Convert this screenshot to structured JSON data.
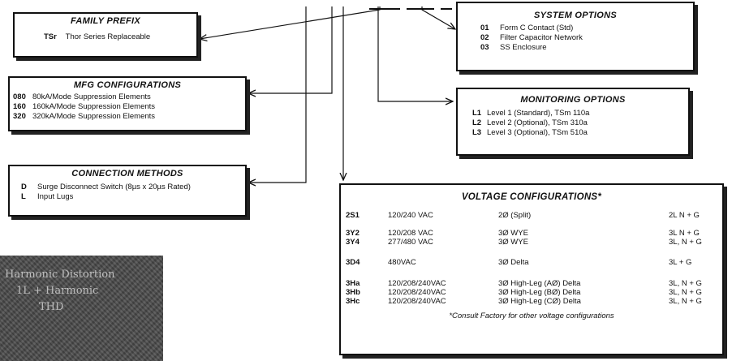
{
  "family_prefix": {
    "title": "FAMILY PREFIX",
    "code": "TSr",
    "description": "Thor Series Replaceable"
  },
  "mfg_configurations": {
    "title": "MFG CONFIGURATIONS",
    "items": [
      {
        "code": "080",
        "description": "80kA/Mode Suppression Elements"
      },
      {
        "code": "160",
        "description": "160kA/Mode Suppression Elements"
      },
      {
        "code": "320",
        "description": "320kA/Mode Suppression Elements"
      }
    ]
  },
  "connection_methods": {
    "title": "CONNECTION METHODS",
    "items": [
      {
        "code": "D",
        "description": "Surge Disconnect Switch (8µs x 20µs Rated)"
      },
      {
        "code": "L",
        "description": "Input Lugs"
      }
    ]
  },
  "system_options": {
    "title": "SYSTEM OPTIONS",
    "items": [
      {
        "code": "01",
        "description": "Form C Contact (Std)"
      },
      {
        "code": "02",
        "description": "Filter Capacitor Network"
      },
      {
        "code": "03",
        "description": "SS Enclosure"
      }
    ]
  },
  "monitoring_options": {
    "title": "MONITORING OPTIONS",
    "items": [
      {
        "code": "L1",
        "description": "Level 1 (Standard), TSm 110a"
      },
      {
        "code": "L2",
        "description": "Level 2 (Optional), TSm 310a"
      },
      {
        "code": "L3",
        "description": "Level 3 (Optional), TSm 510a"
      }
    ]
  },
  "voltage_configurations": {
    "title": "VOLTAGE CONFIGURATIONS*",
    "rows": [
      {
        "code": "2S1",
        "voltage": "120/240 VAC",
        "phase": "2Ø (Split)",
        "wiring": "2L N + G"
      },
      {
        "code": "3Y2",
        "voltage": "120/208 VAC",
        "phase": "3Ø WYE",
        "wiring": "3L N + G"
      },
      {
        "code": "3Y4",
        "voltage": "277/480 VAC",
        "phase": "3Ø WYE",
        "wiring": "3L, N + G"
      },
      {
        "code": "3D4",
        "voltage": "480VAC",
        "phase": "3Ø Delta",
        "wiring": "3L + G"
      },
      {
        "code": "3Ha",
        "voltage": "120/208/240VAC",
        "phase": "3Ø High-Leg (AØ) Delta",
        "wiring": "3L, N + G"
      },
      {
        "code": "3Hb",
        "voltage": "120/208/240VAC",
        "phase": "3Ø High-Leg (BØ) Delta",
        "wiring": "3L, N + G"
      },
      {
        "code": "3Hc",
        "voltage": "120/208/240VAC",
        "phase": "3Ø High-Leg (CØ) Delta",
        "wiring": "3L, N + G"
      }
    ],
    "footnote": "*Consult Factory for other voltage configurations"
  },
  "photo_caption": {
    "line1": "Harmonic Distortion",
    "line2": "1L + Harmonic",
    "line3": "THD"
  }
}
